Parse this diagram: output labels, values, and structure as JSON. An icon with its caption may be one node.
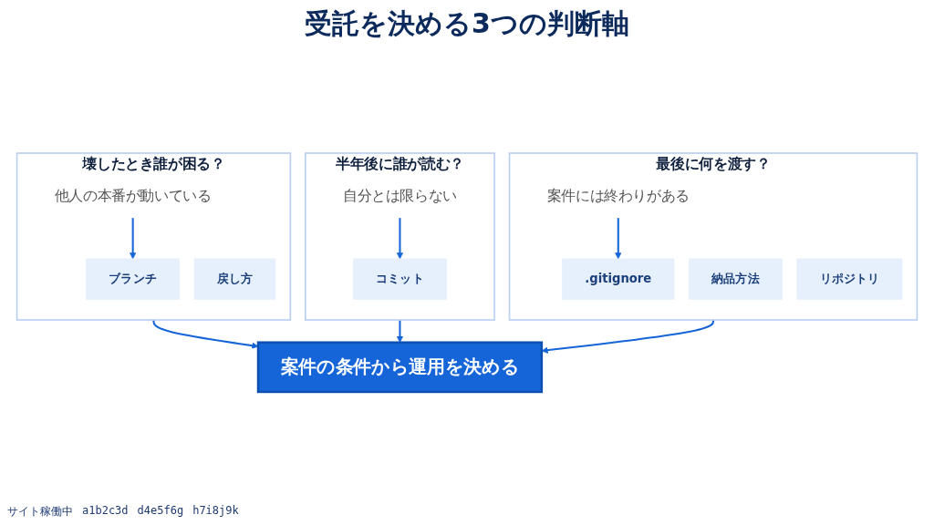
{
  "diagram": {
    "title": "受託を決める3つの判断軸",
    "nodes": [
      {
        "text": [
          "壊したとき誰が困る？"
        ]
      },
      {
        "text": [
          "他人の本番が動いている"
        ],
        "in": 0
      },
      {
        "text": [
          "ブランチ"
        ],
        "in": 0
      },
      {
        "text": [
          "戻し方"
        ],
        "in": 0
      },
      {
        "text": [
          "半年後に誰が読む？"
        ]
      },
      {
        "text": [
          "自分とは限らない"
        ],
        "in": 4
      },
      {
        "text": [
          "コミット"
        ],
        "in": 4
      },
      {
        "text": [
          "最後に何を渡す？"
        ]
      },
      {
        "text": [
          "案件には終わりがある"
        ],
        "in": 7
      },
      {
        "text": [
          ".gitignore"
        ],
        "in": 7
      },
      {
        "text": [
          "納品方法"
        ],
        "in": 7
      },
      {
        "text": [
          "リポジトリ"
        ],
        "in": 7
      },
      {
        "text": [
          "案件の条件から運用を決める"
        ]
      }
    ],
    "edges": [
      {
        "from": 1,
        "to": 2,
        "arrow": "to"
      },
      {
        "from": 5,
        "to": 6,
        "arrow": "to"
      },
      {
        "from": 8,
        "to": 9,
        "arrow": "to"
      },
      {
        "from": 0,
        "to": 12,
        "arrow": "to"
      },
      {
        "from": 4,
        "to": 12,
        "arrow": "to"
      },
      {
        "from": 7,
        "to": 12,
        "arrow": "to"
      }
    ],
    "labels": [
      "サイト稼働中",
      "a1b2c3d",
      "d4e5f6g",
      "h7i8j9k"
    ]
  }
}
